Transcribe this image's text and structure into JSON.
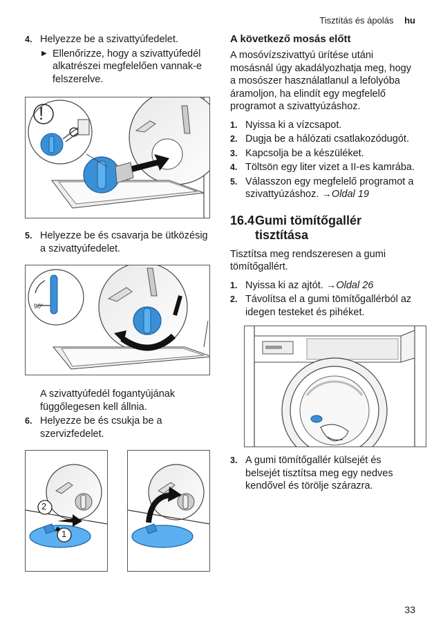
{
  "header": {
    "section": "Tisztítás és ápolás",
    "lang": "hu"
  },
  "left": {
    "step4": {
      "num": "4.",
      "text": "Helyezze be a szivattyúfedelet.",
      "sub": "Ellenőrizze, hogy a szivattyúfedél alkatrészei megfelelően vannak-e felszerelve."
    },
    "step5": {
      "num": "5.",
      "text": "Helyezze be és csavarja be ütközésig a szivattyúfedelet."
    },
    "fig2_label": "90°",
    "result": "A szivattyúfedél fogantyújának függőlegesen kell állnia.",
    "step6": {
      "num": "6.",
      "text": "Helyezze be és csukja be a szervizfedelet."
    },
    "fig3_labels": [
      "2",
      "1"
    ]
  },
  "right": {
    "next_wash": {
      "title": "A következő mosás előtt",
      "intro": "A mosóvízszivattyú ürítése utáni mosásnál úgy akadályozhatja meg, hogy a mosószer használatlanul a lefolyóba áramoljon, ha elindít egy megfelelő programot a szivattyúzáshoz.",
      "steps": [
        {
          "num": "1.",
          "text": "Nyissa ki a vízcsapot."
        },
        {
          "num": "2.",
          "text": "Dugja be a hálózati csatlakozódugót."
        },
        {
          "num": "3.",
          "text": "Kapcsolja be a készüléket."
        },
        {
          "num": "4.",
          "text": "Töltsön egy liter vizet a II-es kamrába."
        },
        {
          "num": "5.",
          "text": "Válasszon egy megfelelő programot a szivattyúzáshoz.",
          "link": "→Oldal 19"
        }
      ]
    },
    "gasket": {
      "number": "16.4",
      "title": "Gumi tömítőgallér tisztítása",
      "intro": "Tisztítsa meg rendszeresen a gumi tömítőgallért.",
      "steps": [
        {
          "num": "1.",
          "text": "Nyissa ki az ajtót.",
          "link": "→Oldal 26"
        },
        {
          "num": "2.",
          "text": "Távolítsa el a gumi tömítőgallérból az idegen testeket és pihéket."
        }
      ],
      "step3": {
        "num": "3.",
        "text": "A gumi tömítőgallér külsejét és belsejét tisztítsa meg egy nedves kendővel és törölje szárazra."
      }
    }
  },
  "page_number": "33"
}
